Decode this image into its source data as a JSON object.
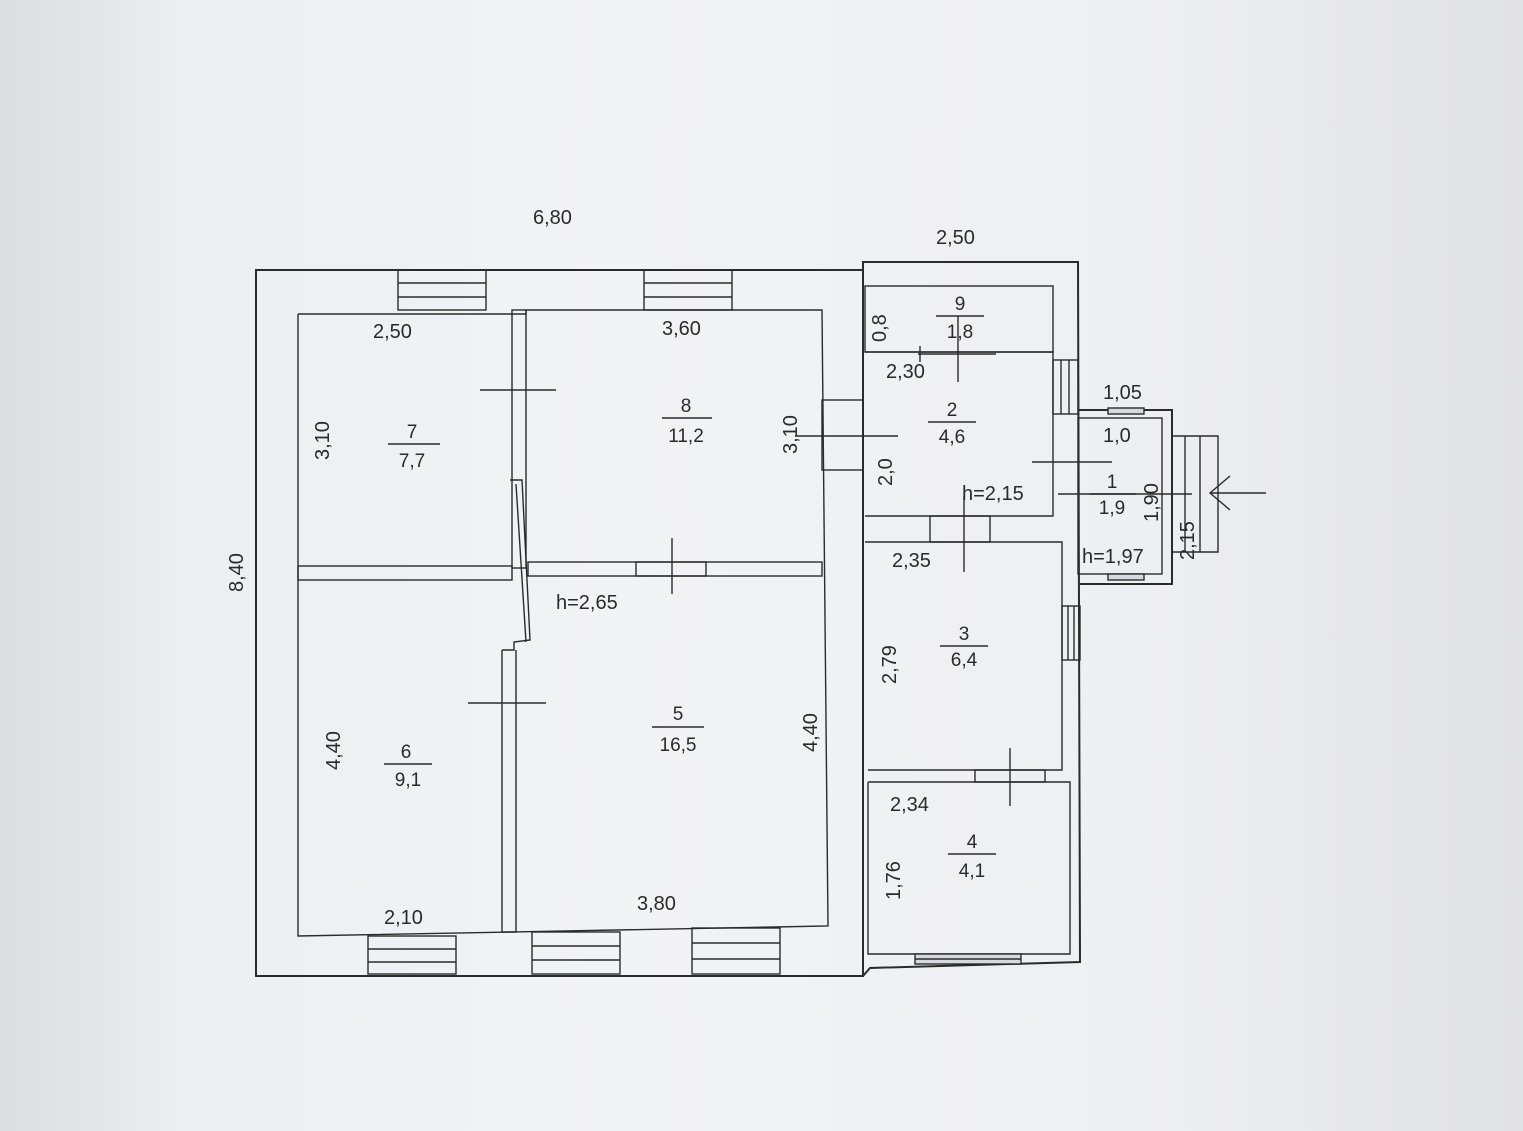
{
  "overall": {
    "width": "6,80",
    "depth": "8,40",
    "annex_width": "2,50"
  },
  "rooms": [
    {
      "number": "1",
      "area": "1,9"
    },
    {
      "number": "2",
      "area": "4,6"
    },
    {
      "number": "3",
      "area": "6,4"
    },
    {
      "number": "4",
      "area": "4,1"
    },
    {
      "number": "5",
      "area": "16,5"
    },
    {
      "number": "6",
      "area": "9,1"
    },
    {
      "number": "7",
      "area": "7,7"
    },
    {
      "number": "8",
      "area": "11,2"
    },
    {
      "number": "9",
      "area": "1,8"
    }
  ],
  "dims": {
    "r7_w": "2,50",
    "r7_h": "3,10",
    "r8_w": "3,60",
    "r8_h": "3,10",
    "r6_h": "4,40",
    "r6_w": "2,10",
    "r5_h": "4,40",
    "r5_w": "3,80",
    "r9_h": "0,8",
    "r2_w": "2,30",
    "r2_h": "2,0",
    "r3_w": "2,35",
    "r3_h": "2,79",
    "r4_w": "2,34",
    "r4_h": "1,76",
    "r1_w": "1,05",
    "r1_in": "1,0",
    "r1_h": "1,90",
    "porch": "2,15"
  },
  "heights": {
    "main": "h=2,65",
    "annex": "h=2,15",
    "entry": "h=1,97"
  }
}
